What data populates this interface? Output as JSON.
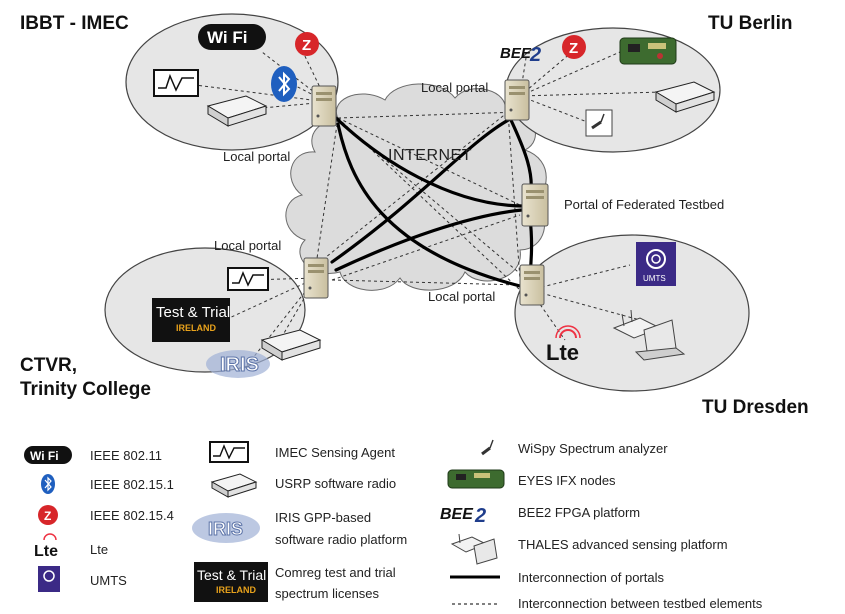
{
  "sites": {
    "ibbt": "IBBT - IMEC",
    "tuberlin": "TU Berlin",
    "ctvr_line1": "CTVR,",
    "ctvr_line2": "Trinity College",
    "tudresden": "TU Dresden"
  },
  "labels": {
    "internet": "INTERNET",
    "local_portal": "Local portal",
    "federated_portal": "Portal of Federated Testbed"
  },
  "badges": {
    "wifi": "Wi Fi",
    "zigbee": "Z",
    "bee2": "BEE",
    "bee2_num": "2",
    "test_trial": "Test & Trial",
    "ireland": "IRELAND",
    "lte": "Lte",
    "umts": "UMTS",
    "iris": "IRIS"
  },
  "legend": {
    "left": [
      {
        "icon": "wifi-icon",
        "label": "IEEE 802.11"
      },
      {
        "icon": "bluetooth-icon",
        "label": "IEEE 802.15.1"
      },
      {
        "icon": "zigbee-icon",
        "label": "IEEE 802.15.4"
      },
      {
        "icon": "lte-icon",
        "label": "Lte"
      },
      {
        "icon": "umts-icon",
        "label": "UMTS"
      }
    ],
    "middle": [
      {
        "icon": "sensing-agent-icon",
        "label": "IMEC Sensing Agent"
      },
      {
        "icon": "usrp-icon",
        "label": "USRP software radio"
      },
      {
        "icon": "iris-icon",
        "label_line1": "IRIS GPP-based",
        "label_line2": "software radio platform"
      },
      {
        "icon": "test-trial-icon",
        "label_line1": "Comreg test and trial",
        "label_line2": "spectrum licenses"
      }
    ],
    "right": [
      {
        "icon": "wispy-icon",
        "label": "WiSpy Spectrum analyzer"
      },
      {
        "icon": "eyes-node-icon",
        "label": "EYES IFX nodes"
      },
      {
        "icon": "bee2-icon",
        "label": "BEE2 FPGA platform"
      },
      {
        "icon": "thales-icon",
        "label": "THALES advanced sensing platform"
      },
      {
        "icon": "solid-line-icon",
        "label": "Interconnection of portals"
      },
      {
        "icon": "dashed-line-icon",
        "label": "Interconnection between testbed elements"
      }
    ]
  },
  "colors": {
    "cloud": "#dcdcdc",
    "ellipse": "#e6e6e6",
    "zigbee_red": "#d7262a",
    "bluetooth_blue": "#1f5fbf",
    "umts_purple": "#3b2a86"
  }
}
